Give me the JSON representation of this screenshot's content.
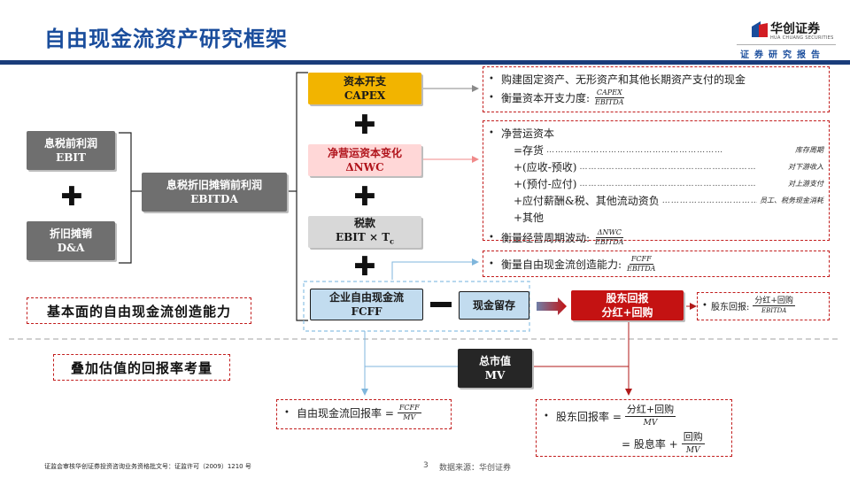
{
  "header": {
    "title": "自由现金流资产研究框架",
    "logo_name": "华创证券",
    "logo_en": "HUA CHUANG SECURITIES",
    "report_tag": "证券研究报告"
  },
  "left": {
    "ebit": {
      "line1": "息税前利润",
      "line2": "EBIT"
    },
    "da": {
      "line1": "折旧摊销",
      "line2": "D&A"
    },
    "ebitda": {
      "line1": "息税折旧摊销前利润",
      "line2": "EBITDA"
    },
    "plus": "✚"
  },
  "center": {
    "capex": {
      "line1": "资本开支",
      "line2": "CAPEX"
    },
    "nwc": {
      "line1": "净营运资本变化",
      "line2": "ΔNWC"
    },
    "tax": {
      "line1": "税款",
      "line2": "EBIT × T",
      "sub": "c"
    },
    "fcff": {
      "line1": "企业自由现金流",
      "line2": "FCFF"
    },
    "cash": "现金留存",
    "shareholder": {
      "line1": "股东回报",
      "line2": "分红+回购"
    },
    "mv": {
      "line1": "总市值",
      "line2": "MV"
    },
    "plus": "✚"
  },
  "panels": {
    "capex": {
      "line1": "购建固定资产、无形资产和其他长期资产支付的现金",
      "line2": "衡量资本开支力度:",
      "num": "CAPEX",
      "den": "EBITDA"
    },
    "nwc": {
      "head": "净营运资本",
      "rows": [
        {
          "text": "=存货",
          "note": "库存周期"
        },
        {
          "text": "+(应收-预收)",
          "note": "对下游收入"
        },
        {
          "text": "+(预付-应付)",
          "note": "对上游支付"
        },
        {
          "text": "+应付薪酬&税、其他流动资负",
          "note": "员工、税务现金消耗"
        }
      ],
      "other": "+其他",
      "measure": "衡量经营周期波动:",
      "num": "ΔNWC",
      "den": "EBITDA"
    },
    "fcff": {
      "text": "衡量自由现金流创造能力:",
      "num": "FCFF",
      "den": "EBITDA"
    },
    "shareholder": {
      "text": "股东回报:",
      "num": "分红+回购",
      "den": "EBITDA"
    },
    "fcff_yield": {
      "text": "自由现金流回报率 =",
      "num": "FCFF",
      "den": "MV"
    },
    "sh_yield": {
      "text": "股东回报率 =",
      "num": "分红+回购",
      "den": "MV",
      "text2": "= 股息率 +",
      "num2": "回购",
      "den2": "MV"
    }
  },
  "labels": {
    "fundamental": "基本面的自由现金流创造能力",
    "valuation": "叠加估值的回报率考量"
  },
  "footer": {
    "license": "证监会审核华创证券投资咨询业务资格批文号：证监许可（2009）1210 号",
    "page": "3",
    "source": "数据来源：华创证券"
  },
  "colors": {
    "title_blue": "#1a4d9c",
    "capex_yellow": "#f2b400",
    "nwc_pink": "#ffd7d7",
    "shareholder_red": "#c41212",
    "fcff_blue": "#c2dcef",
    "dashed_red": "#c21d1d"
  }
}
